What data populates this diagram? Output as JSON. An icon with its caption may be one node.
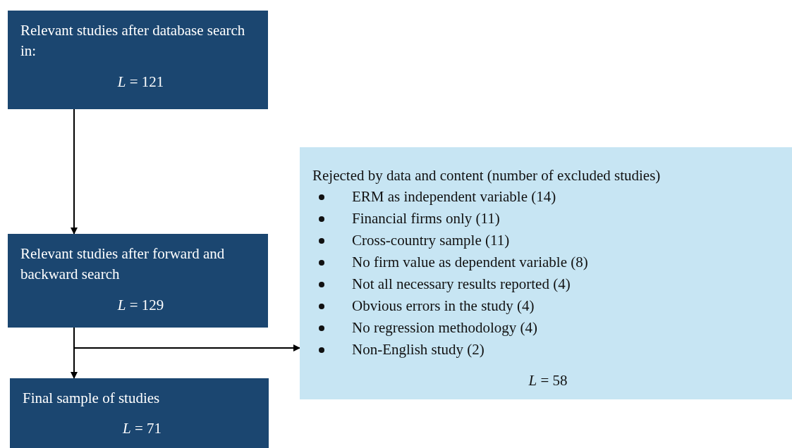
{
  "diagram": {
    "nodes": [
      {
        "text": [
          "Relevant studies after database search in:",
          "*L* = 121"
        ]
      },
      {
        "text": [
          "Relevant studies after forward and backward search",
          "*L* = 129"
        ]
      },
      {
        "text": [
          "Final sample of studies",
          "*L* = 71"
        ]
      },
      {
        "text": [
          "Rejected by data and content (number of excluded studies)",
          "ERM as independent variable (14)",
          "Financial firms only (11)",
          "Cross-country sample (11)",
          "No firm value as dependent variable (8)",
          "Not all necessary results reported (4)",
          "Obvious errors in the study (4)",
          "No regression methodology (4)",
          "Non-English study (2)",
          "*L* = 58"
        ]
      }
    ],
    "edges": [
      {
        "from": 0,
        "to": 1,
        "arrow": "to"
      },
      {
        "from": 1,
        "to": 2,
        "arrow": "to"
      },
      {
        "from": 1,
        "to": 3,
        "arrow": "to"
      }
    ]
  }
}
